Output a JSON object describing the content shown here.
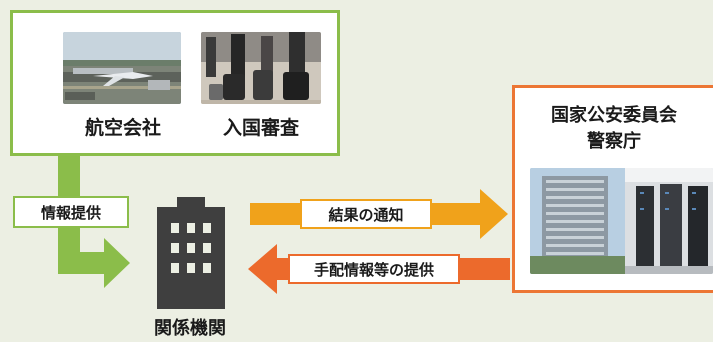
{
  "airline_box": {
    "label_airline": "航空会社",
    "label_immigration": "入国審査"
  },
  "police_box": {
    "title_line1": "国家公安委員会",
    "title_line2": "警察庁"
  },
  "flows": {
    "info_provision": "情報提供",
    "result_notice": "結果の通知",
    "wanted_info": "手配情報等の提供"
  },
  "agency_label": "関係機関",
  "colors": {
    "green": "#8bbd4a",
    "amber": "#f0a21b",
    "orange": "#ec6a2c",
    "building": "#3f3f3f",
    "background": "#ecefe3"
  }
}
